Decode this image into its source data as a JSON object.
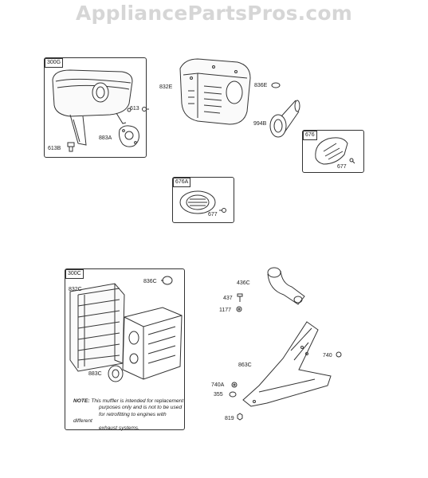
{
  "watermark": "AppliancePartsPros.com",
  "groups": {
    "g300G": "300G",
    "g676": "676",
    "g676A": "676A",
    "g300C": "300C"
  },
  "labels": {
    "l613": "613",
    "l613B": "613B",
    "l883A": "883A",
    "l832E": "832E",
    "l836E": "836E",
    "l994B": "994B",
    "l677": "677",
    "l677b": "677",
    "l832C": "832C",
    "l836C": "836C",
    "l883C": "883C",
    "l436C": "436C",
    "l437": "437",
    "l1177": "1177",
    "l740": "740",
    "l863C": "863C",
    "l740A": "740A",
    "l355": "355",
    "l819": "819"
  },
  "note": {
    "prefix": "NOTE:",
    "line1": "This muffler is intended for replacement",
    "line2": "purposes only and is not to be used",
    "line3": "for retrofitting to engines with different",
    "line4": "exhaust systems."
  }
}
